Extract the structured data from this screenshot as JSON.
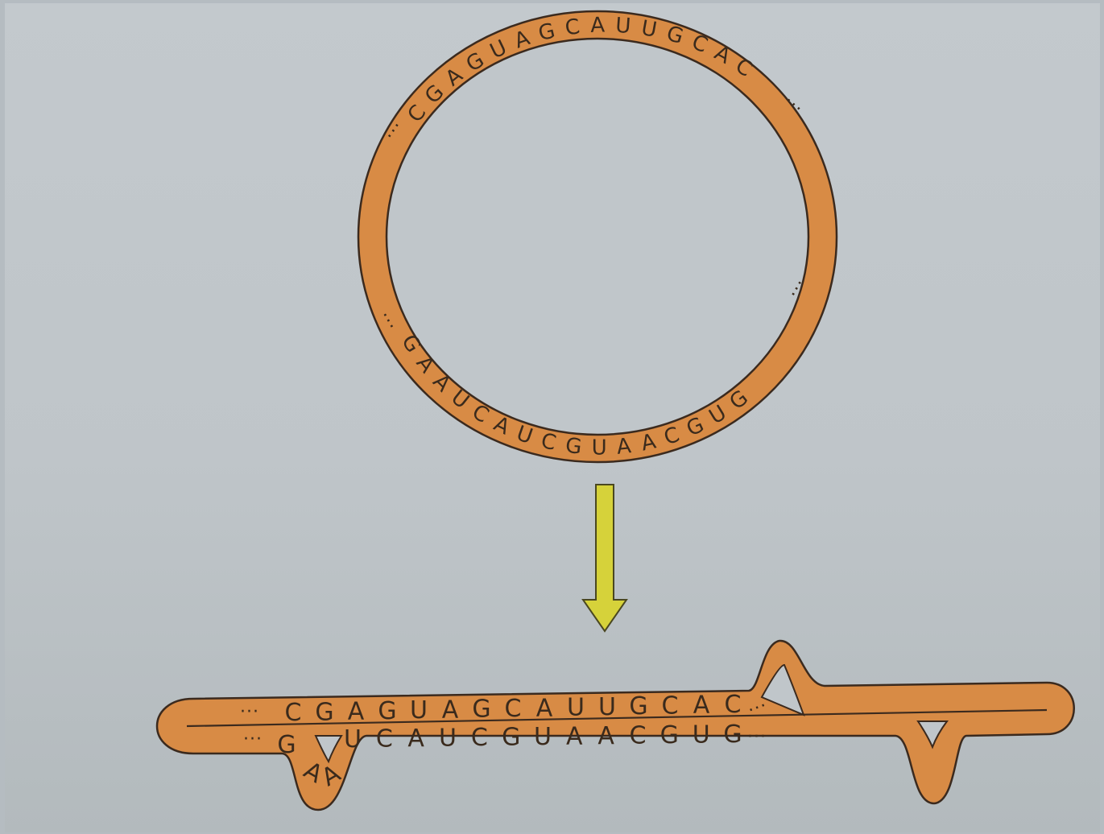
{
  "colors": {
    "rna_fill": "#d88b45",
    "rna_outline": "#3b2a1e",
    "arrow_fill": "#d6d23a",
    "paper": "#c0c6ca",
    "letters": "#3a2a1c"
  },
  "circular_rna": {
    "top_sequence": "CGAGUAGCAUUGCAC",
    "bottom_sequence": "GAAUCAUCGUAACGUG",
    "continuation": "···"
  },
  "arrow": {
    "direction": "down"
  },
  "hairpin": {
    "top_strand_prefix": "···",
    "top_strand": [
      "C",
      "G",
      "A",
      "G",
      "U",
      "A",
      "G",
      "C",
      "A",
      "U",
      "U",
      "G",
      "C",
      "A",
      "C"
    ],
    "top_strand_suffix": "···",
    "bottom_left_bulge": [
      "G",
      "A",
      "A"
    ],
    "bottom_strand": [
      "U",
      "C",
      "A",
      "U",
      "C",
      "G",
      "U",
      "A",
      "A",
      "C",
      "G",
      "U",
      "G"
    ],
    "bottom_strand_prefix": "···",
    "bottom_strand_suffix": "···"
  }
}
